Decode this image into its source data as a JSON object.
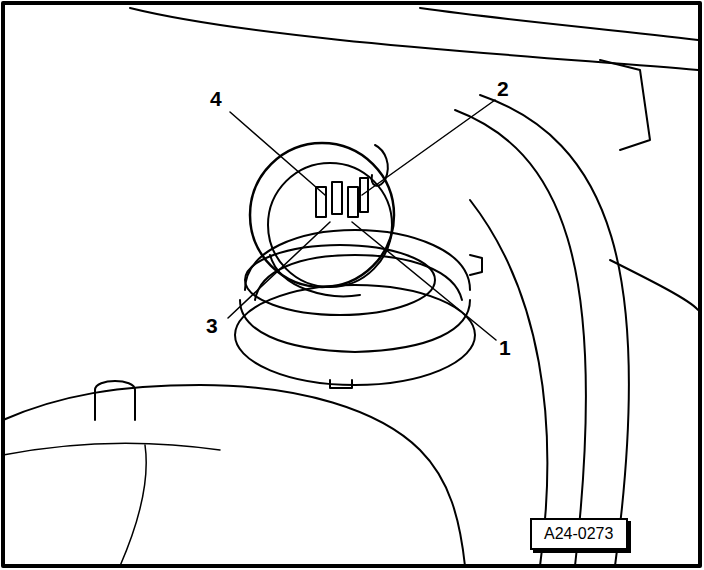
{
  "diagram": {
    "nodes": [
      {
        "text": [
          "A24-0273"
        ]
      }
    ],
    "labels": [
      "4",
      "2",
      "3",
      "1"
    ]
  }
}
